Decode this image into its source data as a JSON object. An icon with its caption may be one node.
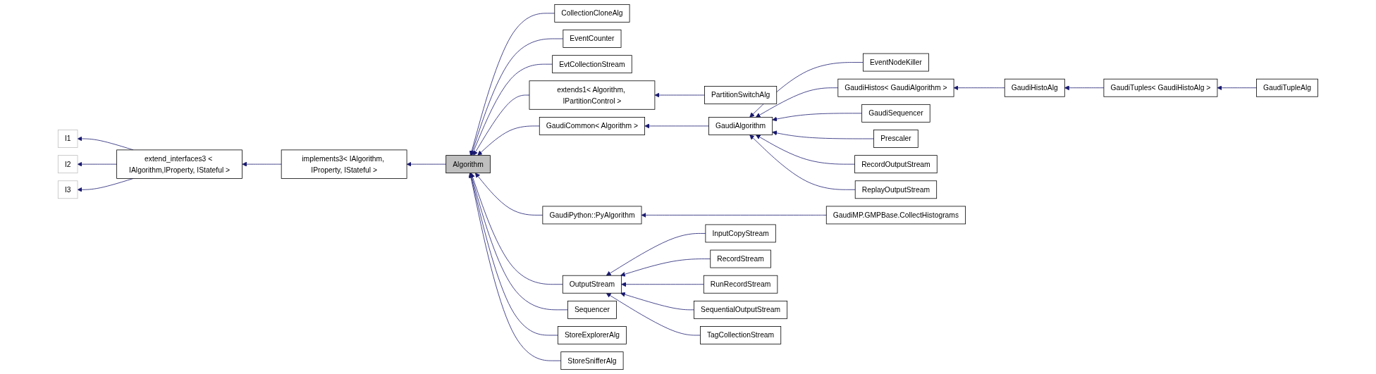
{
  "diagram": {
    "nodes": [
      {
        "text": [
          "I1"
        ]
      },
      {
        "text": [
          "I2"
        ]
      },
      {
        "text": [
          "I3"
        ]
      },
      {
        "text": [
          "extend_interfaces3 < IAlgorithm,IProperty, IStateful >"
        ]
      },
      {
        "text": [
          "implements3< IAlgorithm, IProperty, IStateful >"
        ]
      },
      {
        "text": [
          "Algorithm"
        ]
      },
      {
        "text": [
          "CollectionCloneAlg"
        ]
      },
      {
        "text": [
          "EventCounter"
        ]
      },
      {
        "text": [
          "EvtCollectionStream"
        ]
      },
      {
        "text": [
          "extends1< Algorithm, IPartitionControl >"
        ]
      },
      {
        "text": [
          "GaudiCommon< Algorithm >"
        ]
      },
      {
        "text": [
          "GaudiPython::PyAlgorithm"
        ]
      },
      {
        "text": [
          "OutputStream"
        ]
      },
      {
        "text": [
          "Sequencer"
        ]
      },
      {
        "text": [
          "StoreExplorerAlg"
        ]
      },
      {
        "text": [
          "StoreSnifferAlg"
        ]
      },
      {
        "text": [
          "PartitionSwitchAlg"
        ]
      },
      {
        "text": [
          "GaudiAlgorithm"
        ]
      },
      {
        "text": [
          "GaudiMP.GMPBase.CollectHistograms"
        ]
      },
      {
        "text": [
          "InputCopyStream"
        ]
      },
      {
        "text": [
          "RecordStream"
        ]
      },
      {
        "text": [
          "RunRecordStream"
        ]
      },
      {
        "text": [
          "SequentialOutputStream"
        ]
      },
      {
        "text": [
          "TagCollectionStream"
        ]
      },
      {
        "text": [
          "EventNodeKiller"
        ]
      },
      {
        "text": [
          "GaudiHistos< GaudiAlgorithm >"
        ]
      },
      {
        "text": [
          "GaudiSequencer"
        ]
      },
      {
        "text": [
          "Prescaler"
        ]
      },
      {
        "text": [
          "RecordOutputStream"
        ]
      },
      {
        "text": [
          "ReplayOutputStream"
        ]
      },
      {
        "text": [
          "GaudiHistoAlg"
        ]
      },
      {
        "text": [
          "GaudiTuples< GaudiHistoAlg >"
        ]
      },
      {
        "text": [
          "GaudiTupleAlg"
        ]
      }
    ],
    "edges": [
      {
        "from": 3,
        "to": 0,
        "arrow": "to"
      },
      {
        "from": 3,
        "to": 1,
        "arrow": "to"
      },
      {
        "from": 3,
        "to": 2,
        "arrow": "to"
      },
      {
        "from": 4,
        "to": 3,
        "arrow": "to"
      },
      {
        "from": 5,
        "to": 4,
        "arrow": "to"
      },
      {
        "from": 6,
        "to": 5,
        "arrow": "to"
      },
      {
        "from": 7,
        "to": 5,
        "arrow": "to"
      },
      {
        "from": 8,
        "to": 5,
        "arrow": "to"
      },
      {
        "from": 9,
        "to": 5,
        "arrow": "to"
      },
      {
        "from": 10,
        "to": 5,
        "arrow": "to"
      },
      {
        "from": 11,
        "to": 5,
        "arrow": "to"
      },
      {
        "from": 12,
        "to": 5,
        "arrow": "to"
      },
      {
        "from": 13,
        "to": 5,
        "arrow": "to"
      },
      {
        "from": 14,
        "to": 5,
        "arrow": "to"
      },
      {
        "from": 15,
        "to": 5,
        "arrow": "to"
      },
      {
        "from": 16,
        "to": 9,
        "arrow": "to"
      },
      {
        "from": 17,
        "to": 10,
        "arrow": "to"
      },
      {
        "from": 18,
        "to": 11,
        "arrow": "to"
      },
      {
        "from": 19,
        "to": 12,
        "arrow": "to"
      },
      {
        "from": 20,
        "to": 12,
        "arrow": "to"
      },
      {
        "from": 21,
        "to": 12,
        "arrow": "to"
      },
      {
        "from": 22,
        "to": 12,
        "arrow": "to"
      },
      {
        "from": 23,
        "to": 12,
        "arrow": "to"
      },
      {
        "from": 24,
        "to": 17,
        "arrow": "to"
      },
      {
        "from": 25,
        "to": 17,
        "arrow": "to"
      },
      {
        "from": 26,
        "to": 17,
        "arrow": "to"
      },
      {
        "from": 27,
        "to": 17,
        "arrow": "to"
      },
      {
        "from": 28,
        "to": 17,
        "arrow": "to"
      },
      {
        "from": 29,
        "to": 17,
        "arrow": "to"
      },
      {
        "from": 30,
        "to": 25,
        "arrow": "to"
      },
      {
        "from": 31,
        "to": 30,
        "arrow": "to"
      },
      {
        "from": 32,
        "to": 31,
        "arrow": "to"
      }
    ]
  }
}
